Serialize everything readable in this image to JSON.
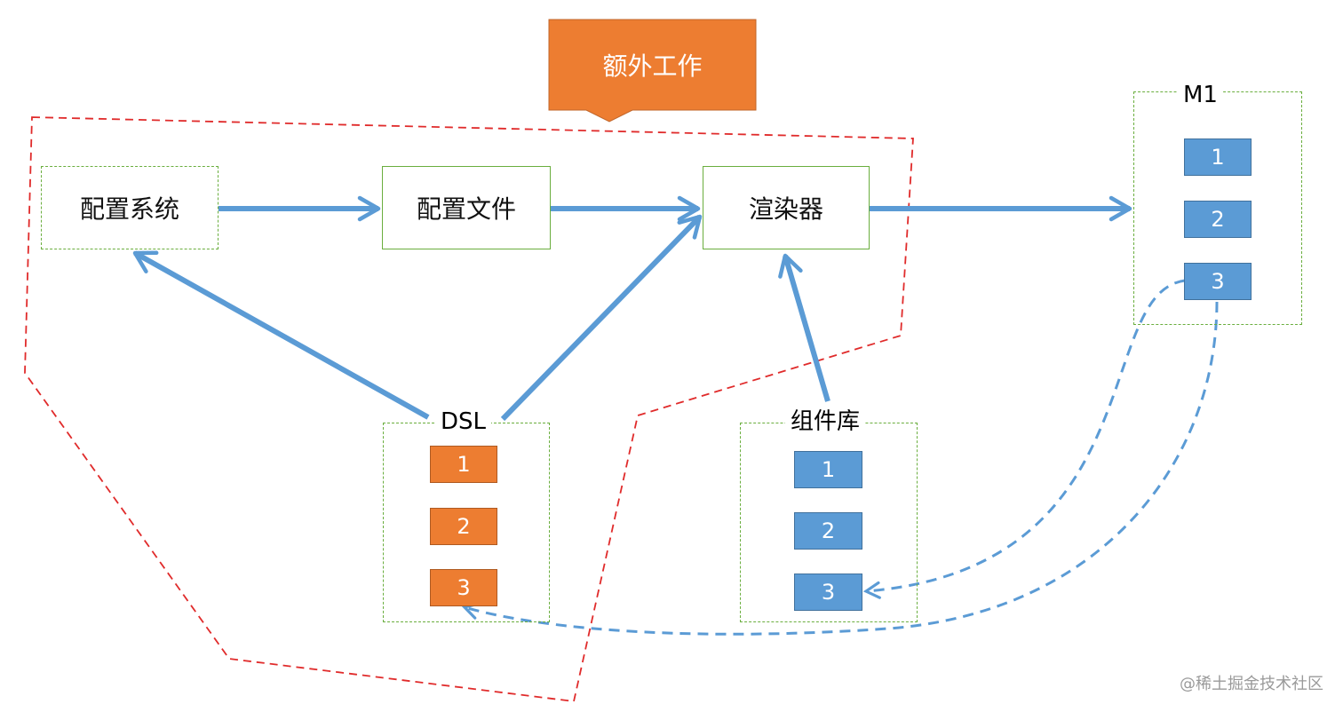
{
  "colors": {
    "arrow_blue": "#5b9bd5",
    "callout_orange": "#ed7d31",
    "boundary_red": "#e02b2b",
    "box_green": "#6aae3e"
  },
  "callout": {
    "label": "额外工作"
  },
  "nodes": {
    "config_system": "配置系统",
    "config_file": "配置文件",
    "renderer": "渲染器"
  },
  "groups": {
    "dsl": {
      "title": "DSL",
      "items": [
        "1",
        "2",
        "3"
      ]
    },
    "component_lib": {
      "title": "组件库",
      "items": [
        "1",
        "2",
        "3"
      ]
    },
    "m1": {
      "title": "M1",
      "items": [
        "1",
        "2",
        "3"
      ]
    }
  },
  "watermark": "@稀土掘金技术社区"
}
